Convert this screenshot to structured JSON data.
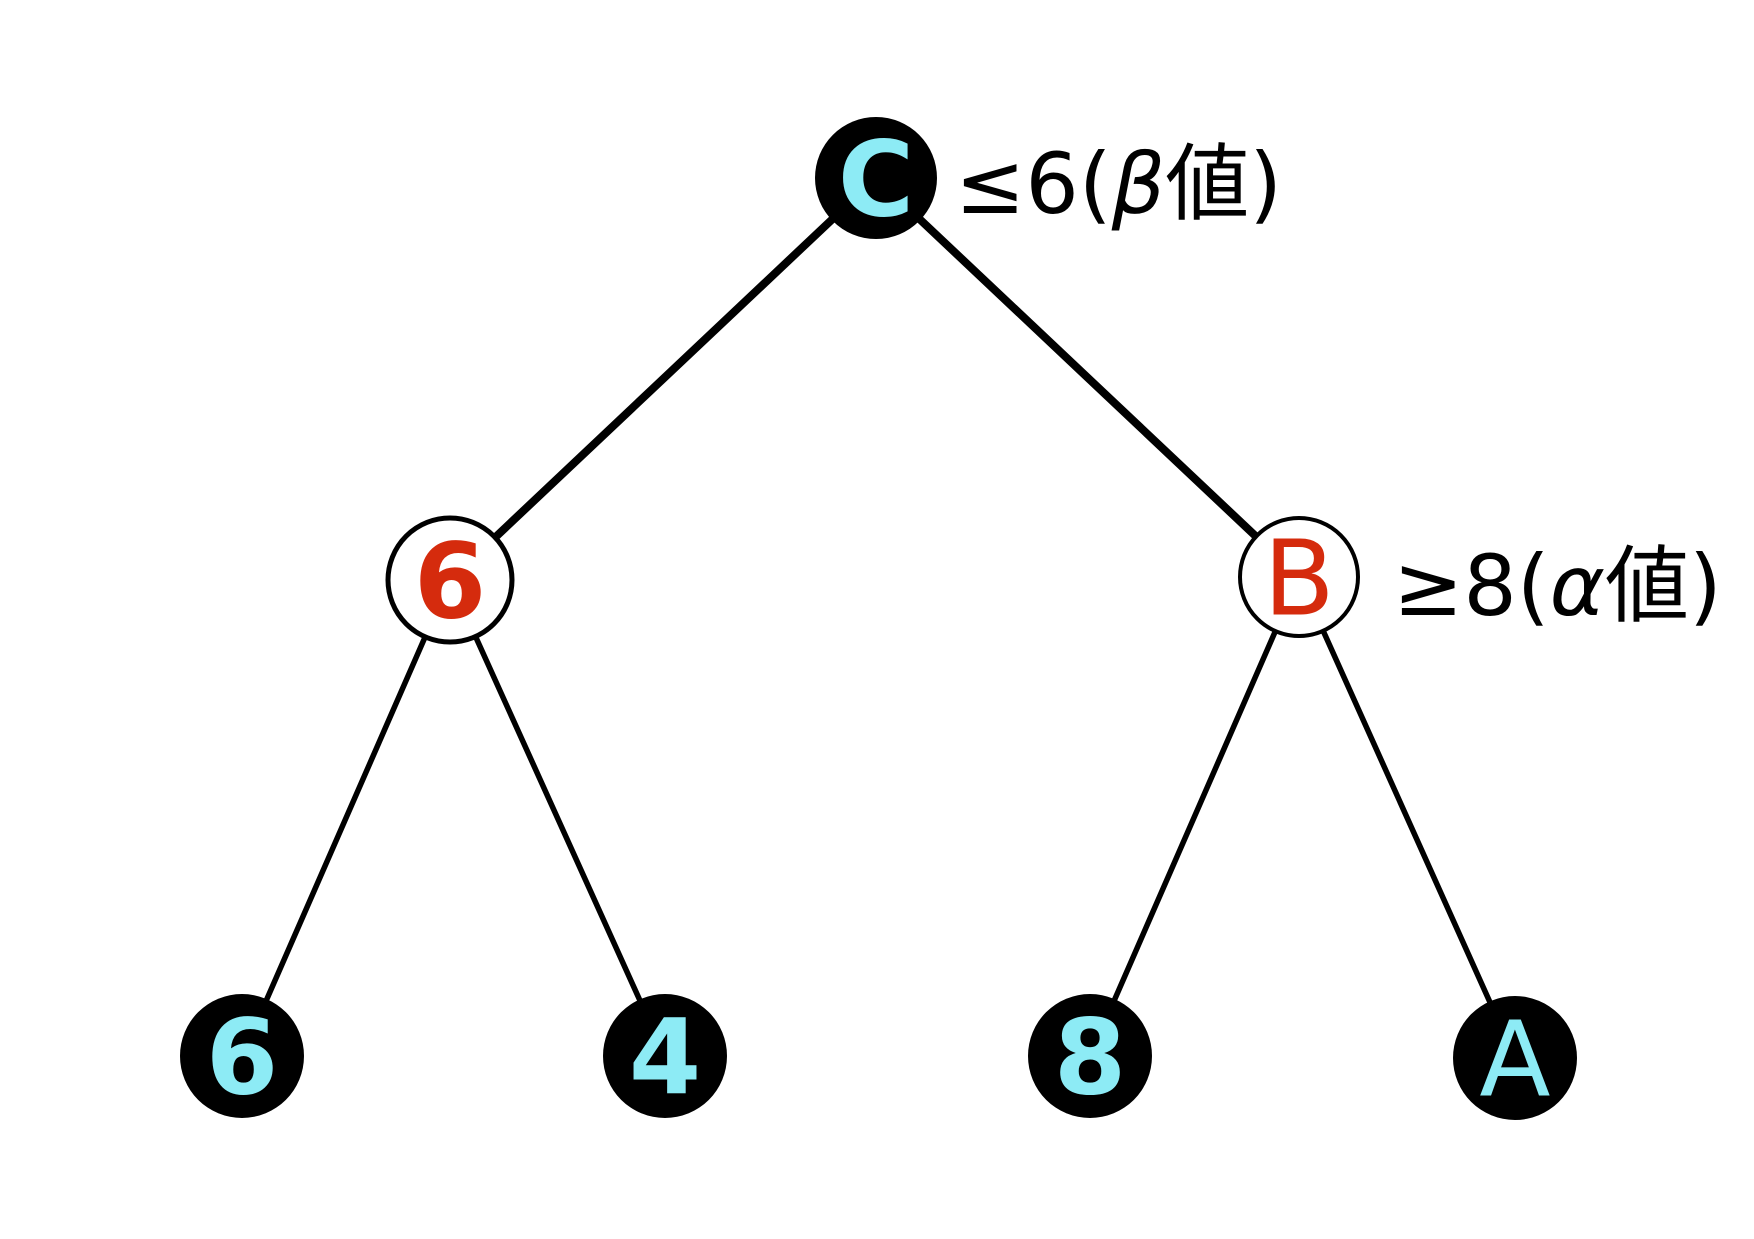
{
  "diagram": {
    "type": "binary-game-tree",
    "background": "#ffffff",
    "colors": {
      "node_fill": "#000000",
      "node_open_fill": "#ffffff",
      "node_stroke": "#000000",
      "glyph_cyan": "#8debf5",
      "glyph_red": "#d52b0d",
      "edge": "#000000",
      "annotation_text": "#000000"
    },
    "root": {
      "label": "C",
      "annotation_full": "≤6(β値)",
      "annotation_prefix": "≤6(",
      "annotation_greek": "β",
      "annotation_suffix": "値)"
    },
    "internal_left": {
      "label": "6"
    },
    "internal_right": {
      "label": "B",
      "annotation_full": "≥8(α値)",
      "annotation_prefix": "≥8(",
      "annotation_greek": "α",
      "annotation_suffix": "値)"
    },
    "leaves": [
      {
        "label": "6"
      },
      {
        "label": "4"
      },
      {
        "label": "8"
      },
      {
        "label": "A"
      }
    ]
  }
}
